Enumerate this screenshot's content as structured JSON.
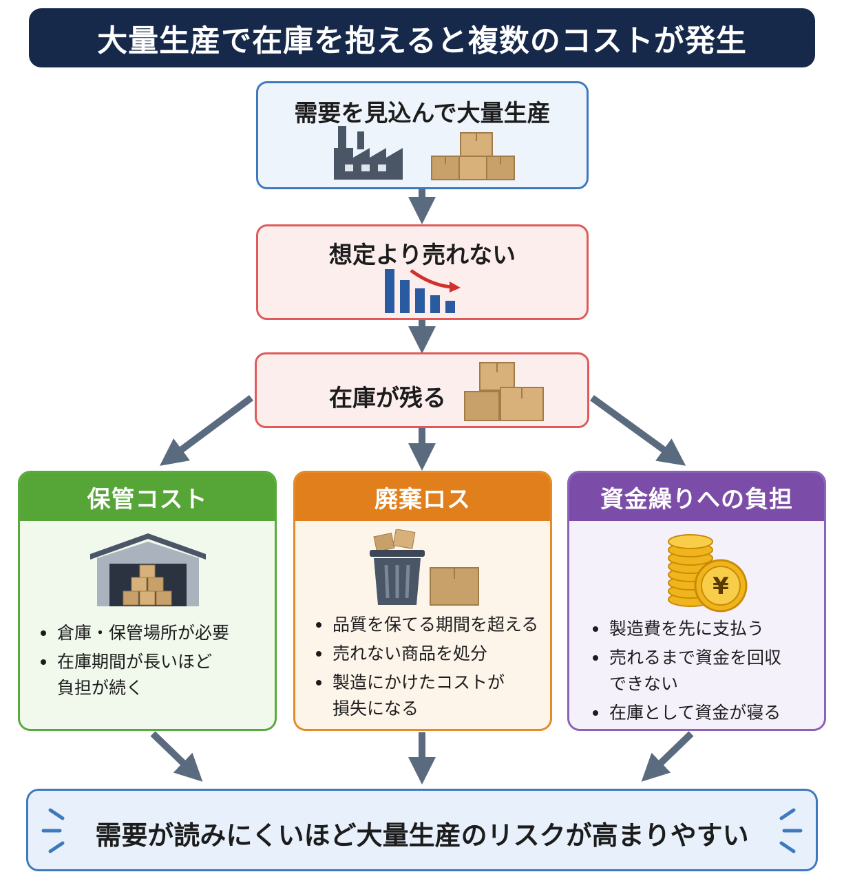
{
  "title": "大量生産で在庫を抱えると複数のコストが発生",
  "steps": {
    "step1": {
      "label": "需要を見込んで大量生産"
    },
    "step2": {
      "label": "想定より売れない"
    },
    "step3": {
      "label": "在庫が残る"
    }
  },
  "cards": {
    "storage": {
      "heading": "保管コスト",
      "bullets": [
        "倉庫・保管場所が必要",
        "在庫期間が長いほど\n負担が続く"
      ]
    },
    "disposal": {
      "heading": "廃棄ロス",
      "bullets": [
        "品質を保てる期間を超える",
        "売れない商品を処分",
        "製造にかけたコストが\n損失になる"
      ]
    },
    "cashflow": {
      "heading": "資金繰りへの負担",
      "bullets": [
        "製造費を先に支払う",
        "売れるまで資金を回収\nできない",
        "在庫として資金が寝る"
      ]
    }
  },
  "conclusion": "需要が読みにくいほど大量生産のリスクが高まりやすい",
  "icons": {
    "step1": [
      "factory-icon",
      "boxes-icon"
    ],
    "step2": [
      "declining-bar-chart-icon"
    ],
    "step3": [
      "boxes-icon"
    ],
    "storage": "warehouse-icon",
    "disposal": [
      "trash-can-icon",
      "box-icon"
    ],
    "cashflow": [
      "coin-stack-icon",
      "yen-coin-icon"
    ]
  },
  "colors": {
    "title_bg": "#16294a",
    "arrow": "#5b6b7f",
    "blue": "#3f79bd",
    "red": "#e05a5a",
    "green": "#55a637",
    "orange": "#e07f1c",
    "purple": "#7c4da8"
  }
}
